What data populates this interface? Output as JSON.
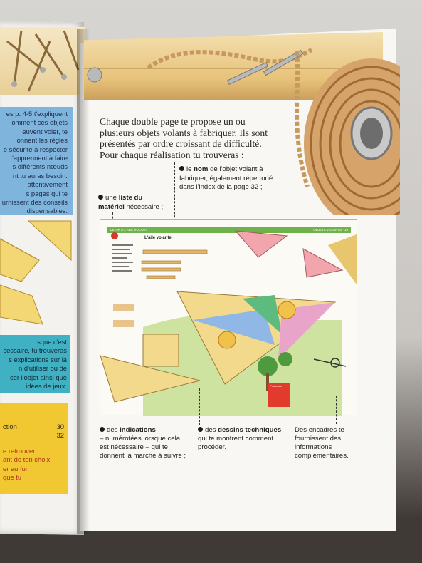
{
  "left_page": {
    "blue_box_lines": [
      "es p. 4-5 t'expliquent",
      "omment ces objets",
      "euvent voler, te",
      "onnent les règles",
      "e sécurité à respecter",
      "t'apprennent à faire",
      "s différents nœuds",
      "nt tu auras besoin.",
      "attentivement",
      "s pages qui te",
      "urnissent des conseils",
      "dispensables."
    ],
    "teal_box_lines": [
      "sque c'est",
      "cessaire, tu trouveras",
      "s explications sur la",
      "n d'utiliser ou de",
      "cer l'objet ainsi que",
      "idées de jeux."
    ],
    "yellow_toc": [
      {
        "label": "ction",
        "page": "30"
      },
      {
        "label": "",
        "page": "32"
      }
    ],
    "yellow_red_lines": [
      "e retrouver",
      "ant de ton choix.",
      "er au fur",
      "que tu"
    ]
  },
  "intro": {
    "lines": [
      "Chaque double page te propose un ou",
      "plusieurs objets volants à fabriquer. Ils sont",
      "présentés par ordre croissant de difficulté.",
      "Pour chaque réalisation tu trouveras :"
    ]
  },
  "labels": {
    "materiel": {
      "pre": "une ",
      "bold1": "liste du",
      "bold2": "matériel",
      "post": " nécessaire ;"
    },
    "nom": {
      "pre": "le ",
      "bold": "nom",
      "post1": " de l'objet volant à",
      "line2": "fabriquer, également répertorié",
      "line3": "dans l'index de la page 32 ;"
    },
    "indications": {
      "pre": "des ",
      "bold": "indications",
      "line2": "– numérotées lorsque cela",
      "line3": "est nécessaire – qui te",
      "line4": "donnent la marche à suivre ;"
    },
    "dessins": {
      "pre": "des ",
      "bold": "dessins techniques",
      "line2": "qui te montrent comment",
      "line3": "procéder."
    },
    "encadres": {
      "line1": "Des encadrés te",
      "line2": "fournissent des",
      "line3": "informations",
      "line4": "complémentaires."
    }
  },
  "example": {
    "bar_left": "LE TIR À L'ARC VOLANT",
    "bar_right": "OBJETS VOLANTS · 19",
    "title": "L'aile volante",
    "red_box": "Prudence !"
  },
  "colors": {
    "blue_box": "#7fb5dd",
    "teal_box": "#3fb1c3",
    "yellow_box": "#f1c832",
    "green_bar": "#6fb14a",
    "red_box": "#e23a2c"
  }
}
